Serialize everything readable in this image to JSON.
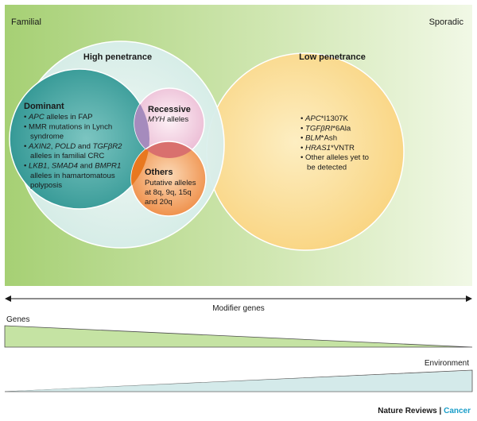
{
  "corners": {
    "left": "Familial",
    "right": "Sporadic"
  },
  "groups": {
    "high": "High penetrance",
    "low": "Low penetrance"
  },
  "dominant": {
    "title": "Dominant",
    "items": [
      [
        "• ",
        {
          "i": "APC"
        },
        " alleles in FAP"
      ],
      [
        "• MMR mutations in Lynch"
      ],
      [
        "   syndrome"
      ],
      [
        "• ",
        {
          "i": "AXIN2"
        },
        ", ",
        {
          "i": "POLD"
        },
        " and ",
        {
          "i": "TGFβR2"
        }
      ],
      [
        "   alleles in familial CRC"
      ],
      [
        "• ",
        {
          "i": "LKB1"
        },
        ", ",
        {
          "i": "SMAD4"
        },
        " and ",
        {
          "i": "BMPR1"
        }
      ],
      [
        "   alleles in hamartomatous"
      ],
      [
        "   polyposis"
      ]
    ]
  },
  "recessive": {
    "title": "Recessive",
    "items": [
      [
        {
          "i": "MYH"
        },
        " alleles"
      ]
    ]
  },
  "others": {
    "title": "Others",
    "items": [
      [
        "Putative alleles"
      ],
      [
        "at 8q, 9q, 15q"
      ],
      [
        "and 20q"
      ]
    ]
  },
  "low_items": [
    [
      "• ",
      {
        "i": "APC"
      },
      "*I1307K"
    ],
    [
      "• ",
      {
        "i": "TGFβRI"
      },
      "*6Ala"
    ],
    [
      "• ",
      {
        "i": "BLM"
      },
      "*Ash"
    ],
    [
      "• ",
      {
        "i": "HRAS1"
      },
      "*VNTR"
    ],
    [
      "• Other alleles yet to"
    ],
    [
      "   be detected"
    ]
  ],
  "modifier": "Modifier genes",
  "genes": "Genes",
  "environment": "Environment",
  "footer": {
    "journal": "Nature Reviews",
    "separator": " | ",
    "section": "Cancer"
  },
  "colors": {
    "bg_left": "#aad27a",
    "bg_right": "#eef6e0",
    "low_fill": "#fbdc8e",
    "high_fill": "#e3f2f1",
    "dominant": "#43a3a1",
    "recessive": "#f3cfe1",
    "others": "#f2a264",
    "accent": "#1a9ec9"
  }
}
